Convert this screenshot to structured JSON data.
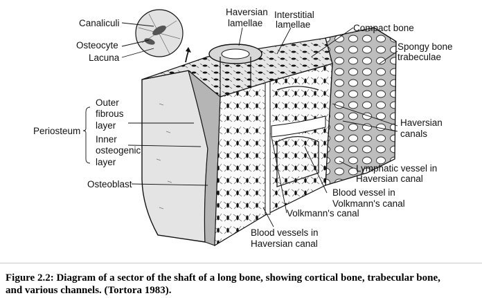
{
  "labels": {
    "canaliculi": "Canaliculi",
    "osteocyte": "Osteocyte",
    "lacuna": "Lacuna",
    "haversian_lamellae_1": "Haversian",
    "haversian_lamellae_2": "lamellae",
    "interstitial_lamellae_1": "Interstitial",
    "interstitial_lamellae_2": "lamellae",
    "compact_bone": "Compact bone",
    "spongy_bone_1": "Spongy bone",
    "spongy_bone_2": "trabeculae",
    "periosteum": "Periosteum",
    "outer_fibrous_1": "Outer",
    "outer_fibrous_2": "fibrous",
    "outer_fibrous_3": "layer",
    "inner_osteogenic_1": "Inner",
    "inner_osteogenic_2": "osteogenic",
    "inner_osteogenic_3": "layer",
    "haversian_canals_1": "Haversian",
    "haversian_canals_2": "canals",
    "lymphatic_1": "Lymphatic vessel in",
    "lymphatic_2": "Haversian canal",
    "osteoblast": "Osteoblast",
    "blood_volkmann_1": "Blood vessel in",
    "blood_volkmann_2": "Volkmann's canal",
    "volkmanns_canal": "Volkmann's canal",
    "blood_haversian_1": "Blood vessels in",
    "blood_haversian_2": "Haversian canal"
  },
  "caption": {
    "line1": "Figure 2.2: Diagram of a sector of the shaft of a long bone, showing cortical bone, trabecular bone,",
    "line2": "and various channels. (Tortora 1983)."
  }
}
